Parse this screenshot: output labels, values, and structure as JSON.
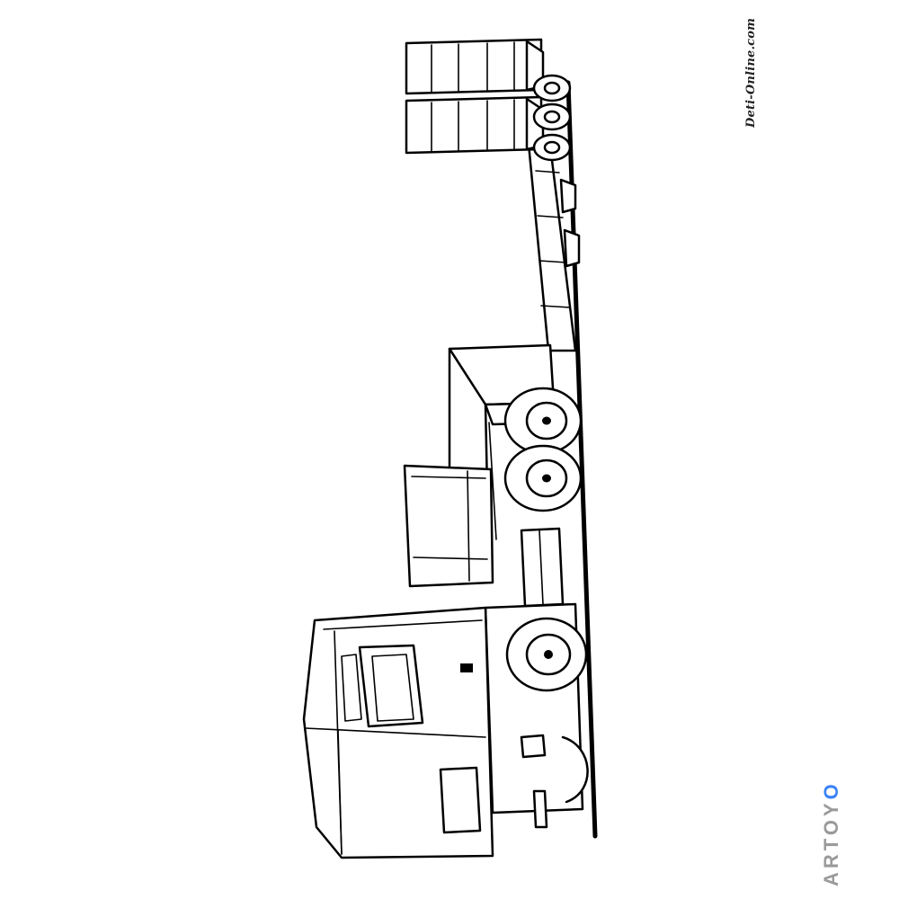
{
  "image": {
    "subject": "truck with trailer coloring-page line drawing",
    "colors": {
      "line": "#000000",
      "background": "#ffffff",
      "logo_gray": "#9a9a9a",
      "logo_accent": "#3b82f6"
    }
  },
  "watermark": {
    "site_text": "Deti-Online.com"
  },
  "logo": {
    "text_main": "ARTOY",
    "text_accent": "O"
  }
}
